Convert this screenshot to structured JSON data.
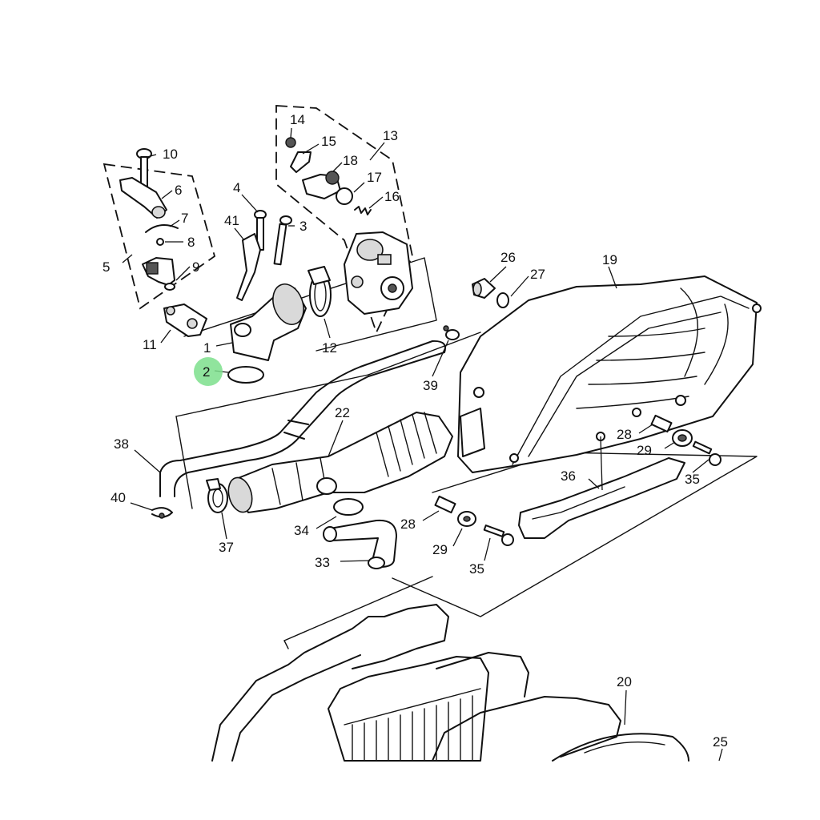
{
  "highlight": {
    "part": "2",
    "color": "#7ddf8c"
  },
  "parts": {
    "p1": "1",
    "p2": "2",
    "p3": "3",
    "p4": "4",
    "p5": "5",
    "p6": "6",
    "p7": "7",
    "p8": "8",
    "p9": "9",
    "p10": "10",
    "p11": "11",
    "p12": "12",
    "p13": "13",
    "p14": "14",
    "p15": "15",
    "p16": "16",
    "p17": "17",
    "p18": "18",
    "p19": "19",
    "p20": "20",
    "p22": "22",
    "p25": "25",
    "p26": "26",
    "p27": "27",
    "p28a": "28",
    "p28b": "28",
    "p29a": "29",
    "p29b": "29",
    "p33": "33",
    "p34": "34",
    "p35a": "35",
    "p35b": "35",
    "p36": "36",
    "p37": "37",
    "p38": "38",
    "p39": "39",
    "p40": "40",
    "p41": "41"
  }
}
